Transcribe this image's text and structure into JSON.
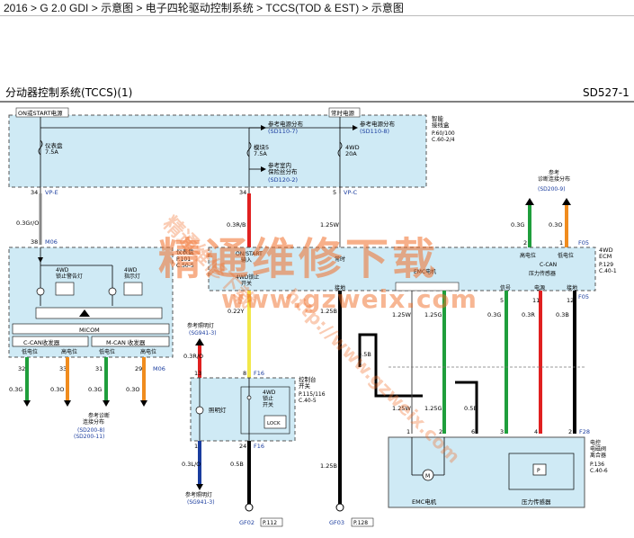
{
  "breadcrumb": "2016 > G 2.0 GDI > 示意图 > 电子四轮驱动控制系统 > TCCS(TOD & EST) > 示意图",
  "diagram": {
    "title": "分动器控制系统(TCCS)(1)",
    "code": "SD527-1",
    "power": {
      "on_start": "ON或START电源",
      "constant": "常时电源",
      "junction_box": "智能\n接线盒",
      "junction_ref": "P.60/100\nC.60-2/4",
      "ref_dist_1": "参考电源分布",
      "ref_dist_1_code": "(SD110-7)",
      "ref_dist_2": "参考电源分布",
      "ref_dist_2_code": "(SD110-8)",
      "ref_ground_dist": "参考室内\n保险丝分布",
      "ref_ground_code": "(SD120-2)",
      "fuse_cluster": "仪表盘\n7.5A",
      "fuse_module": "模块5\n7.5A",
      "fuse_4wd": "4WD\n20A"
    },
    "cluster": {
      "title": "仪表盘",
      "ref": "P.101\nC.50-5",
      "lamp_warning": "4WD\n锁止警告灯",
      "lamp_indicator": "4WD\n指示灯",
      "micom": "MICOM",
      "ccan": "C-CAN收发器",
      "mcan": "M-CAN 收发器",
      "low": "低电位",
      "high": "高电位"
    },
    "ecm": {
      "title": "4WD\nECM",
      "ref": "P.129\nC.40-1",
      "on_start": "ON/START\n输入",
      "lock_switch": "4WD锁止\n开关",
      "constant_in": "常时",
      "ground": "接地",
      "emc_motor": "EMC电机",
      "pressure": "压力传感器",
      "signal": "信号",
      "power": "电源",
      "gnd2": "接地",
      "can": "C-CAN",
      "high": "高电位",
      "low": "低电位"
    },
    "ref_diag_top": "参考\n诊断连接分布",
    "ref_diag_top_code": "(SD200-9)",
    "ref_diag_bottom": "参考诊断\n连接分布",
    "ref_diag_bottom_code": "(SD200-8)\n(SD200-11)",
    "ref_illum_top": "参考照明灯",
    "ref_illum_top_code": "(SG941-3)",
    "ref_illum_bottom": "参考照明灯",
    "ref_illum_bottom_code": "(SG941-3)",
    "switch_box": {
      "title": "控制台\n开关",
      "ref": "P.115/116\nC.40-5",
      "lamp": "照明灯",
      "sw": "4WD\n锁止\n开关",
      "lock": "LOCK"
    },
    "actuator": {
      "title": "电控\n电磁阀\n离合器",
      "ref": "P.136\nC.40-6",
      "emc": "EMC电机",
      "sensor": "压力传感器"
    },
    "connectors": {
      "vpe": "VP-E",
      "m06": "M06",
      "vpc": "VP-C",
      "f05": "F05",
      "f16": "F16",
      "f28": "F28"
    },
    "pins": [
      "34",
      "34",
      "5",
      "38",
      "2",
      "1",
      "32",
      "33",
      "31",
      "29",
      "13",
      "8",
      "12",
      "24",
      "5",
      "4",
      "3",
      "11",
      "12",
      "1",
      "2",
      "6",
      "2",
      "3"
    ],
    "wires": {
      "w1": "0.3Gr/O",
      "w2": "0.3R/B",
      "w3": "1.25W",
      "w4": "0.3G",
      "w5": "0.3O",
      "w6": "0.22Y",
      "w7": "1.25B",
      "w8": "0.5B",
      "w9": "0.3R/O",
      "w10": "0.3L/O",
      "w11": "0.5B",
      "w12": "1.25W",
      "w13": "1.25G",
      "w14": "0.3G",
      "w15": "0.3R",
      "w16": "0.3B",
      "w17": "0.3G",
      "w18": "0.3O",
      "w19": "0.3G",
      "w20": "0.3O",
      "w21": "1.25B",
      "w22": "0.5B"
    },
    "grounds": {
      "g1": "GF02",
      "g1_ref": "P.112",
      "g2": "GF03",
      "g2_ref": "P.128"
    },
    "watermark_main": "精通维修下载",
    "watermark_url": "www.gzweix.com",
    "watermark_diag1": "精通维修下载",
    "watermark_diag2": "http://www.gzweix.com"
  }
}
